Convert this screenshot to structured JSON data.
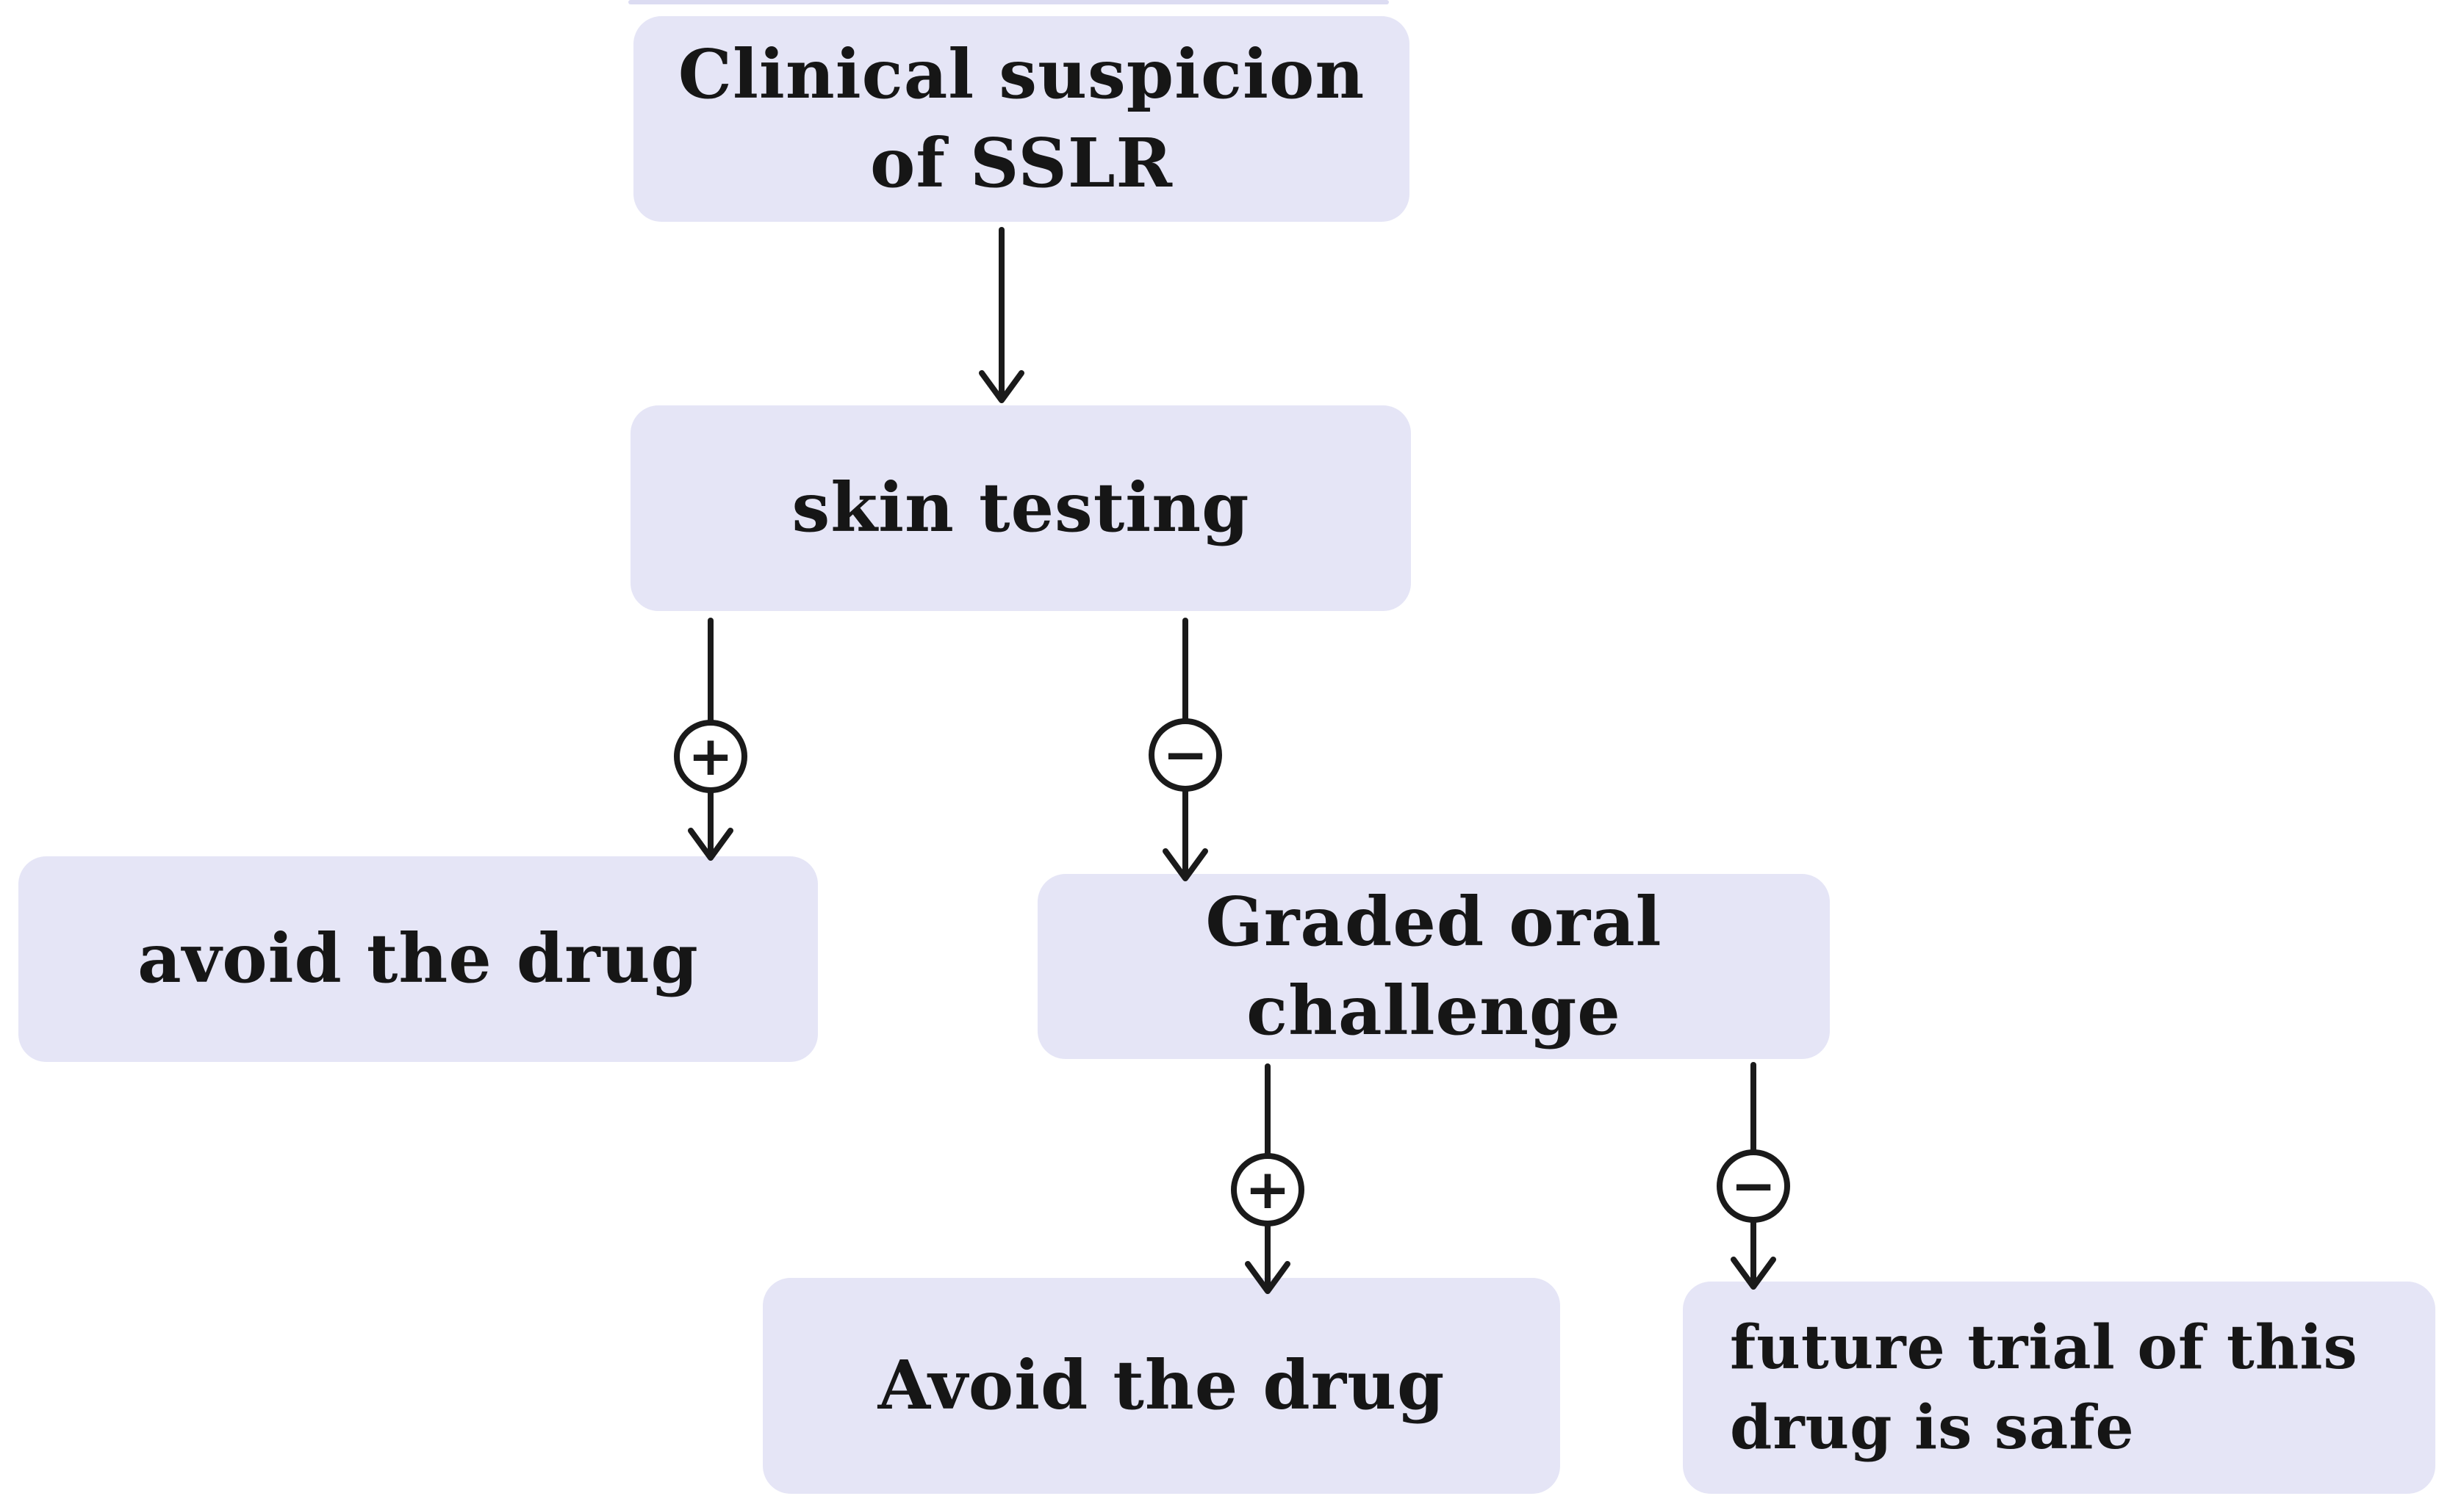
{
  "colors": {
    "background": "#ffffff",
    "node_fill": "#e5e5f6",
    "text": "#161616",
    "line": "#1a1a1a"
  },
  "nodes": {
    "clinical": {
      "label": "Clinical suspicion\nof SSLR"
    },
    "skin": {
      "label": "skin testing"
    },
    "avoid_after_skin": {
      "label": "avoid the drug"
    },
    "graded": {
      "label": "Graded oral\nchallenge"
    },
    "avoid_after_challenge": {
      "label": "Avoid the drug"
    },
    "future": {
      "label": "future trial of this\ndrug is safe"
    }
  },
  "signs": {
    "plus": "+",
    "minus": "−"
  },
  "edges": [
    {
      "from": "clinical",
      "to": "skin",
      "sign": ""
    },
    {
      "from": "skin",
      "to": "avoid_after_skin",
      "sign": "+"
    },
    {
      "from": "skin",
      "to": "graded",
      "sign": "−"
    },
    {
      "from": "graded",
      "to": "avoid_after_challenge",
      "sign": "+"
    },
    {
      "from": "graded",
      "to": "future",
      "sign": "−"
    }
  ]
}
